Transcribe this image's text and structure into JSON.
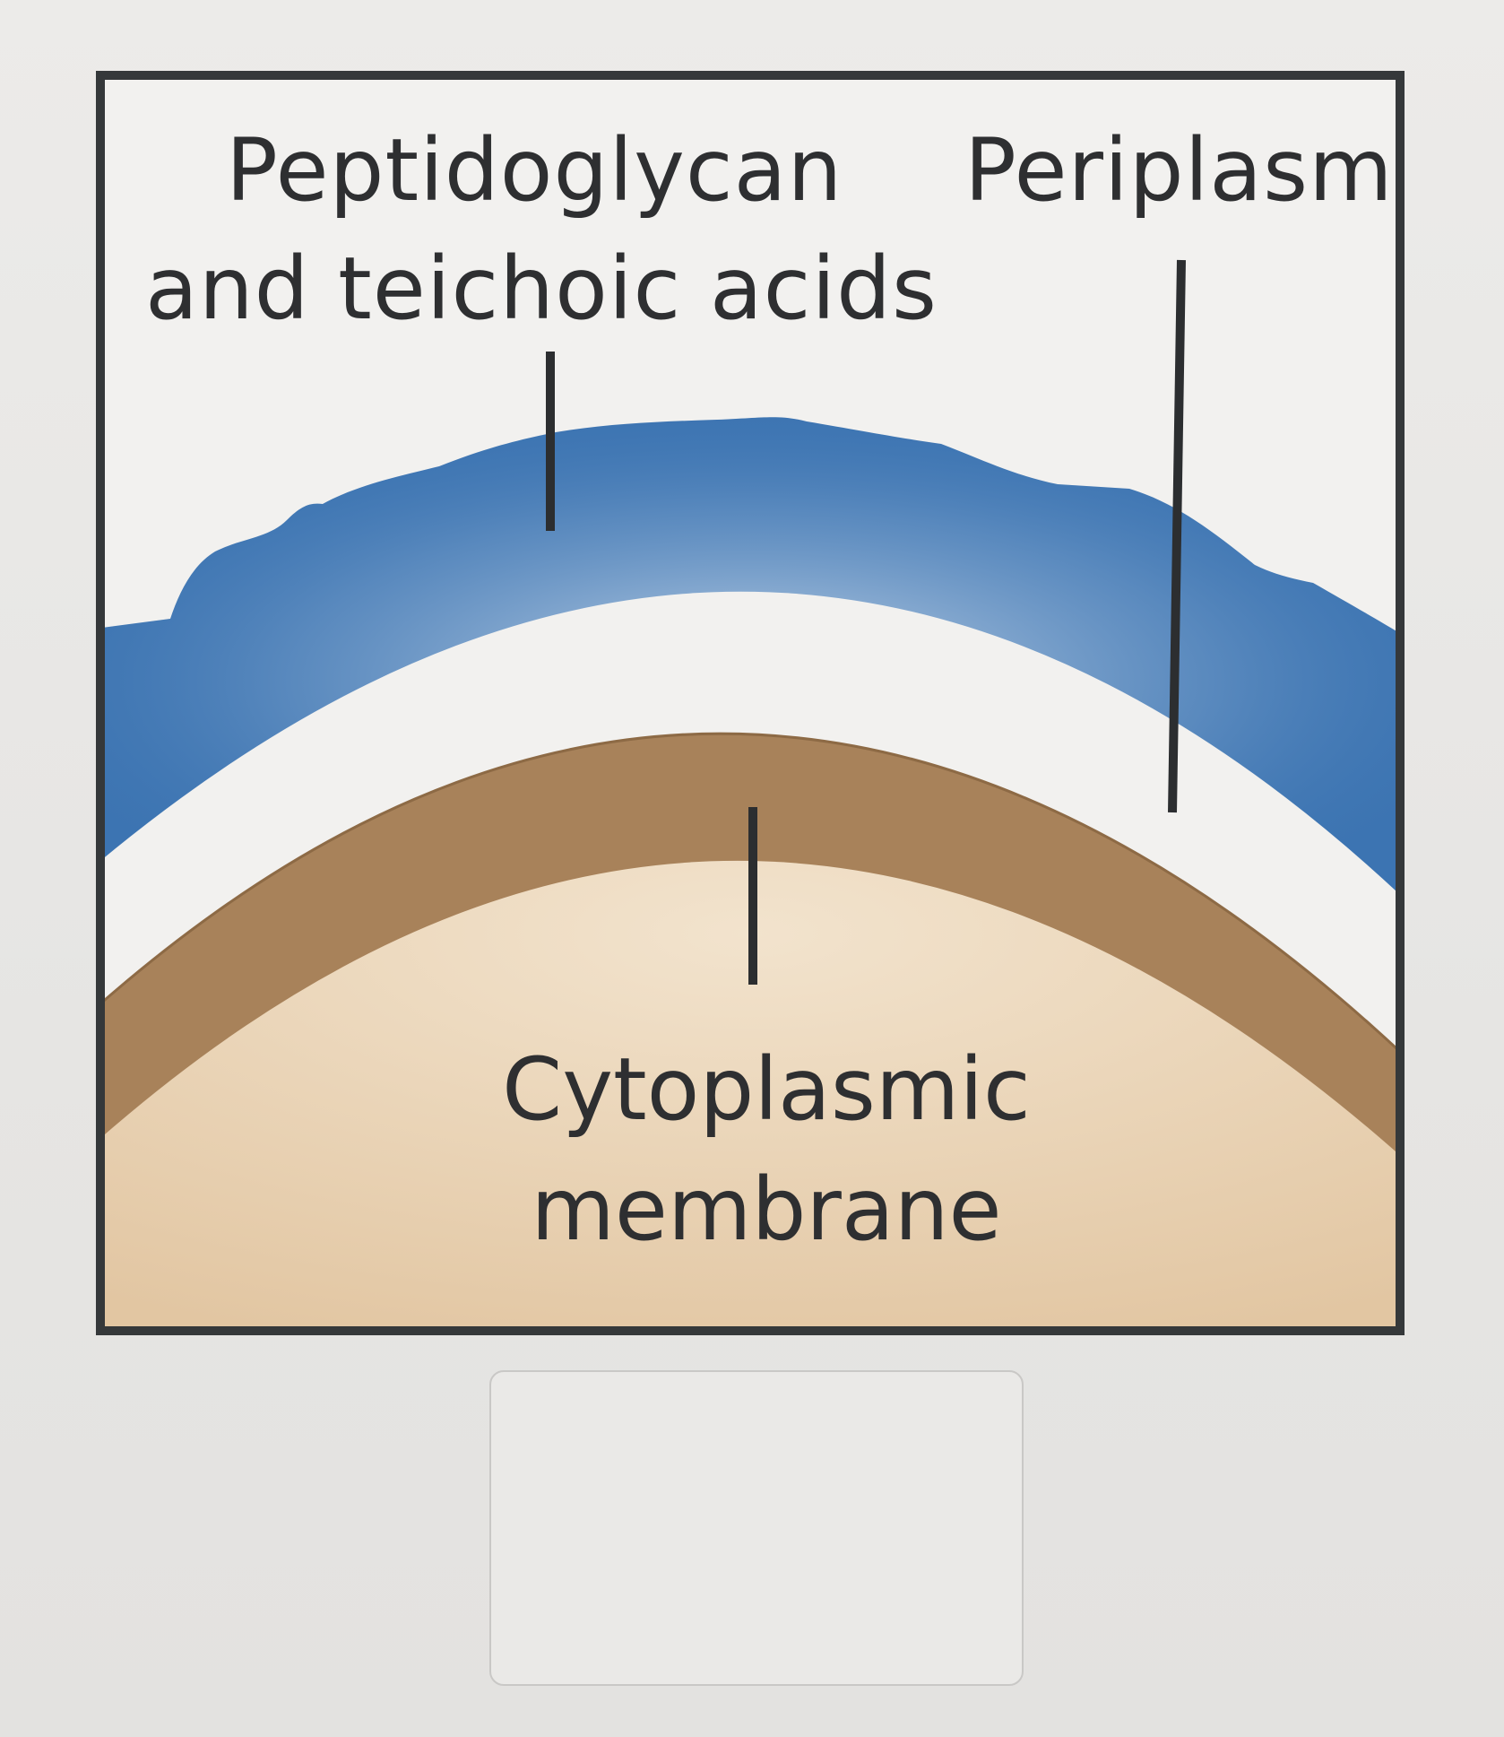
{
  "diagram": {
    "labels": {
      "peptidoglycan_line1": "Peptidoglycan",
      "peptidoglycan_line2": "and teichoic acids",
      "periplasm": "Periplasm",
      "cytoplasmic_line1": "Cytoplasmic",
      "cytoplasmic_line2": "membrane"
    },
    "colors": {
      "frame": "#35383a",
      "cell_wall_blue": "#3f78b5",
      "cell_wall_blue_light": "#c9d9ea",
      "periplasm": "#f2f1ef",
      "membrane_brown": "#a8825a",
      "cytoplasm": "#e9d2b4",
      "leader_line": "#2c2e30",
      "text": "#2e2f31"
    }
  },
  "answer_box": {
    "value": ""
  }
}
